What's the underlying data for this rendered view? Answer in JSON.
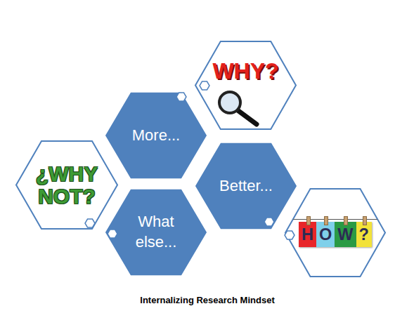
{
  "diagram": {
    "caption": "Internalizing Research Mindset",
    "nodes": [
      {
        "text": [
          "WHY?"
        ]
      },
      {
        "text": [
          "More..."
        ]
      },
      {
        "text": [
          "¿WHY NOT?"
        ]
      },
      {
        "text": [
          "Better..."
        ]
      },
      {
        "text": [
          "What else..."
        ]
      },
      {
        "text": [
          "HOW?"
        ]
      }
    ]
  }
}
